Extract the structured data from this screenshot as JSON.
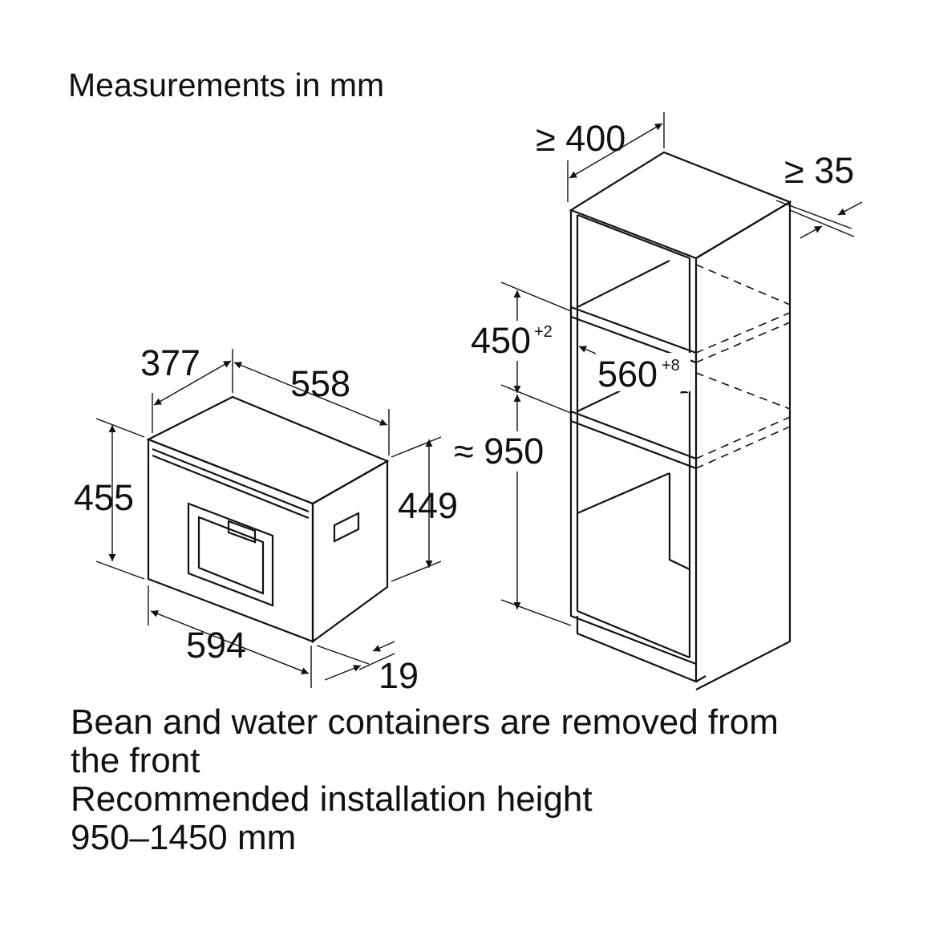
{
  "heading": "Measurements in mm",
  "appliance_dimensions": {
    "depth_side": "377",
    "depth_top": "558",
    "height_front": "455",
    "height_side": "449",
    "width": "594",
    "front_offset": "19"
  },
  "niche_dimensions": {
    "cabinet_depth": "≥ 400",
    "rear_gap": "≥ 35",
    "niche_height": "450",
    "niche_height_tolerance": "+2",
    "niche_width": "560",
    "niche_width_tolerance": "+8",
    "floor_height": "≈ 950"
  },
  "notes": [
    "Bean and water containers are removed from",
    "the front",
    "Recommended installation height",
    "950–1450 mm"
  ]
}
